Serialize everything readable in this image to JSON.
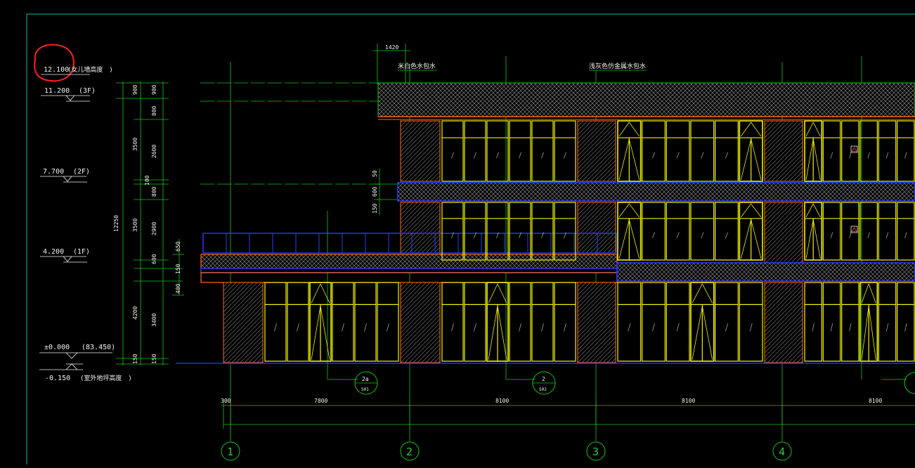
{
  "colors": {
    "background": "#000000",
    "grid": "#19c219",
    "frame": "#20b2aa",
    "wall_outline": "#ff6a1a",
    "window": "#f2f200",
    "slab_band": "#2a3cff",
    "text": "#f2f2f2",
    "markup": "#ff2020",
    "hatch": "#8a8a8a"
  },
  "levels": [
    {
      "value": "12.100",
      "note": "(女儿墙高度　)",
      "highlighted": true
    },
    {
      "value": "11.200",
      "note": "(3F)"
    },
    {
      "value": "7.700",
      "note": "(2F)"
    },
    {
      "value": "4.200",
      "note": "(1F)"
    },
    {
      "value": "±0.000",
      "note": "(83.450)"
    },
    {
      "value": "-0.150",
      "note": "(室外地坪高度　)"
    }
  ],
  "vertical_dims": {
    "total": "12250",
    "outer": [
      "900",
      "3500",
      "3500",
      "4200",
      "150"
    ],
    "inner": [
      "900",
      "800",
      "2600",
      "100",
      "800",
      "2900",
      "600",
      "3400",
      "150"
    ],
    "middle": [
      "650",
      "150",
      "400"
    ],
    "slab": [
      "50",
      "600",
      "150"
    ]
  },
  "horizontal_dims": {
    "top_callout": "1420",
    "spans": [
      "300",
      "7800",
      "8100",
      "8100",
      "8100"
    ]
  },
  "annotations": {
    "material_1": "米白色水包水",
    "material_2": "浅灰色仿金属水包水"
  },
  "detail_callouts": [
    {
      "number": "2a",
      "sheet": "S01"
    },
    {
      "number": "2",
      "sheet": "S02"
    }
  ],
  "axes": [
    "1",
    "2",
    "3",
    "4"
  ]
}
